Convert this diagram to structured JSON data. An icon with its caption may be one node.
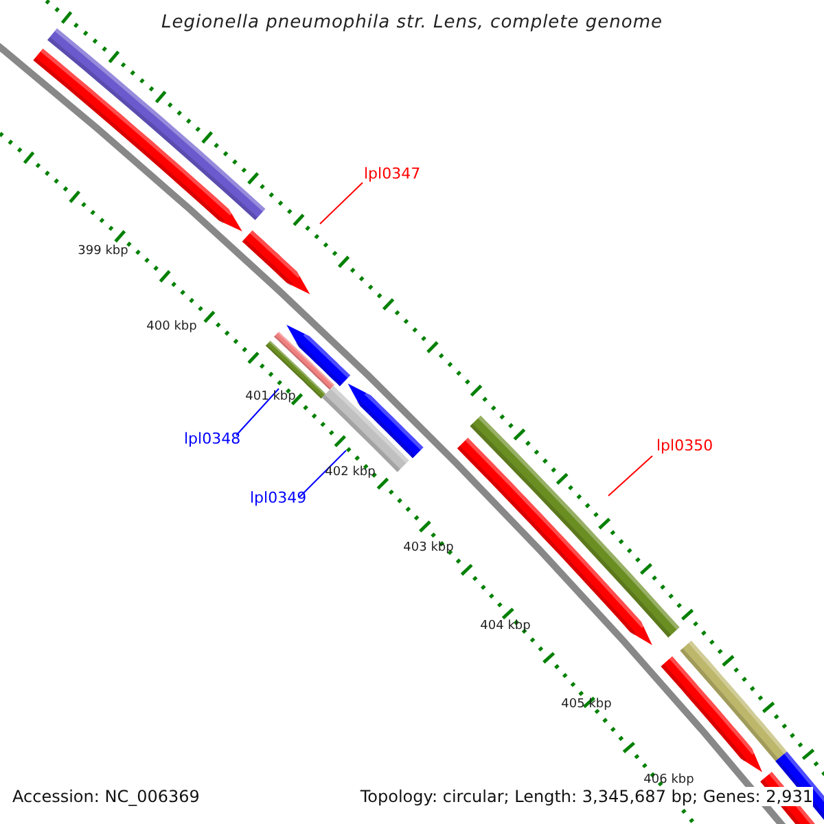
{
  "diagram": {
    "title": "Legionella pneumophila str. Lens, complete genome",
    "nodes": [
      {
        "text": [
          "lpl0347"
        ]
      },
      {
        "text": [],
        "shape": "bar"
      },
      {
        "text": [
          "lpl0348"
        ]
      },
      {
        "text": [],
        "shape": "bar"
      },
      {
        "text": [
          "lpl0349"
        ]
      },
      {
        "text": [],
        "shape": "bar"
      },
      {
        "text": [
          "lpl0350"
        ]
      },
      {
        "text": [],
        "shape": "bar"
      }
    ],
    "edges": [
      {
        "from": 0,
        "to": 1,
        "arrow": "none",
        "color": "#ff0000"
      },
      {
        "from": 2,
        "to": 3,
        "arrow": "none",
        "color": "#0000ff"
      },
      {
        "from": 4,
        "to": 5,
        "arrow": "none",
        "color": "#0000ff"
      },
      {
        "from": 6,
        "to": 7,
        "arrow": "none",
        "color": "#ff0000"
      }
    ],
    "labels": [
      "399 kbp",
      "400 kbp",
      "401 kbp",
      "402 kbp",
      "403 kbp",
      "404 kbp",
      "405 kbp",
      "406 kbp",
      "Accession: NC_006369",
      "Topology: circular; Length: 3,345,687 bp; Genes: 2,931"
    ]
  }
}
